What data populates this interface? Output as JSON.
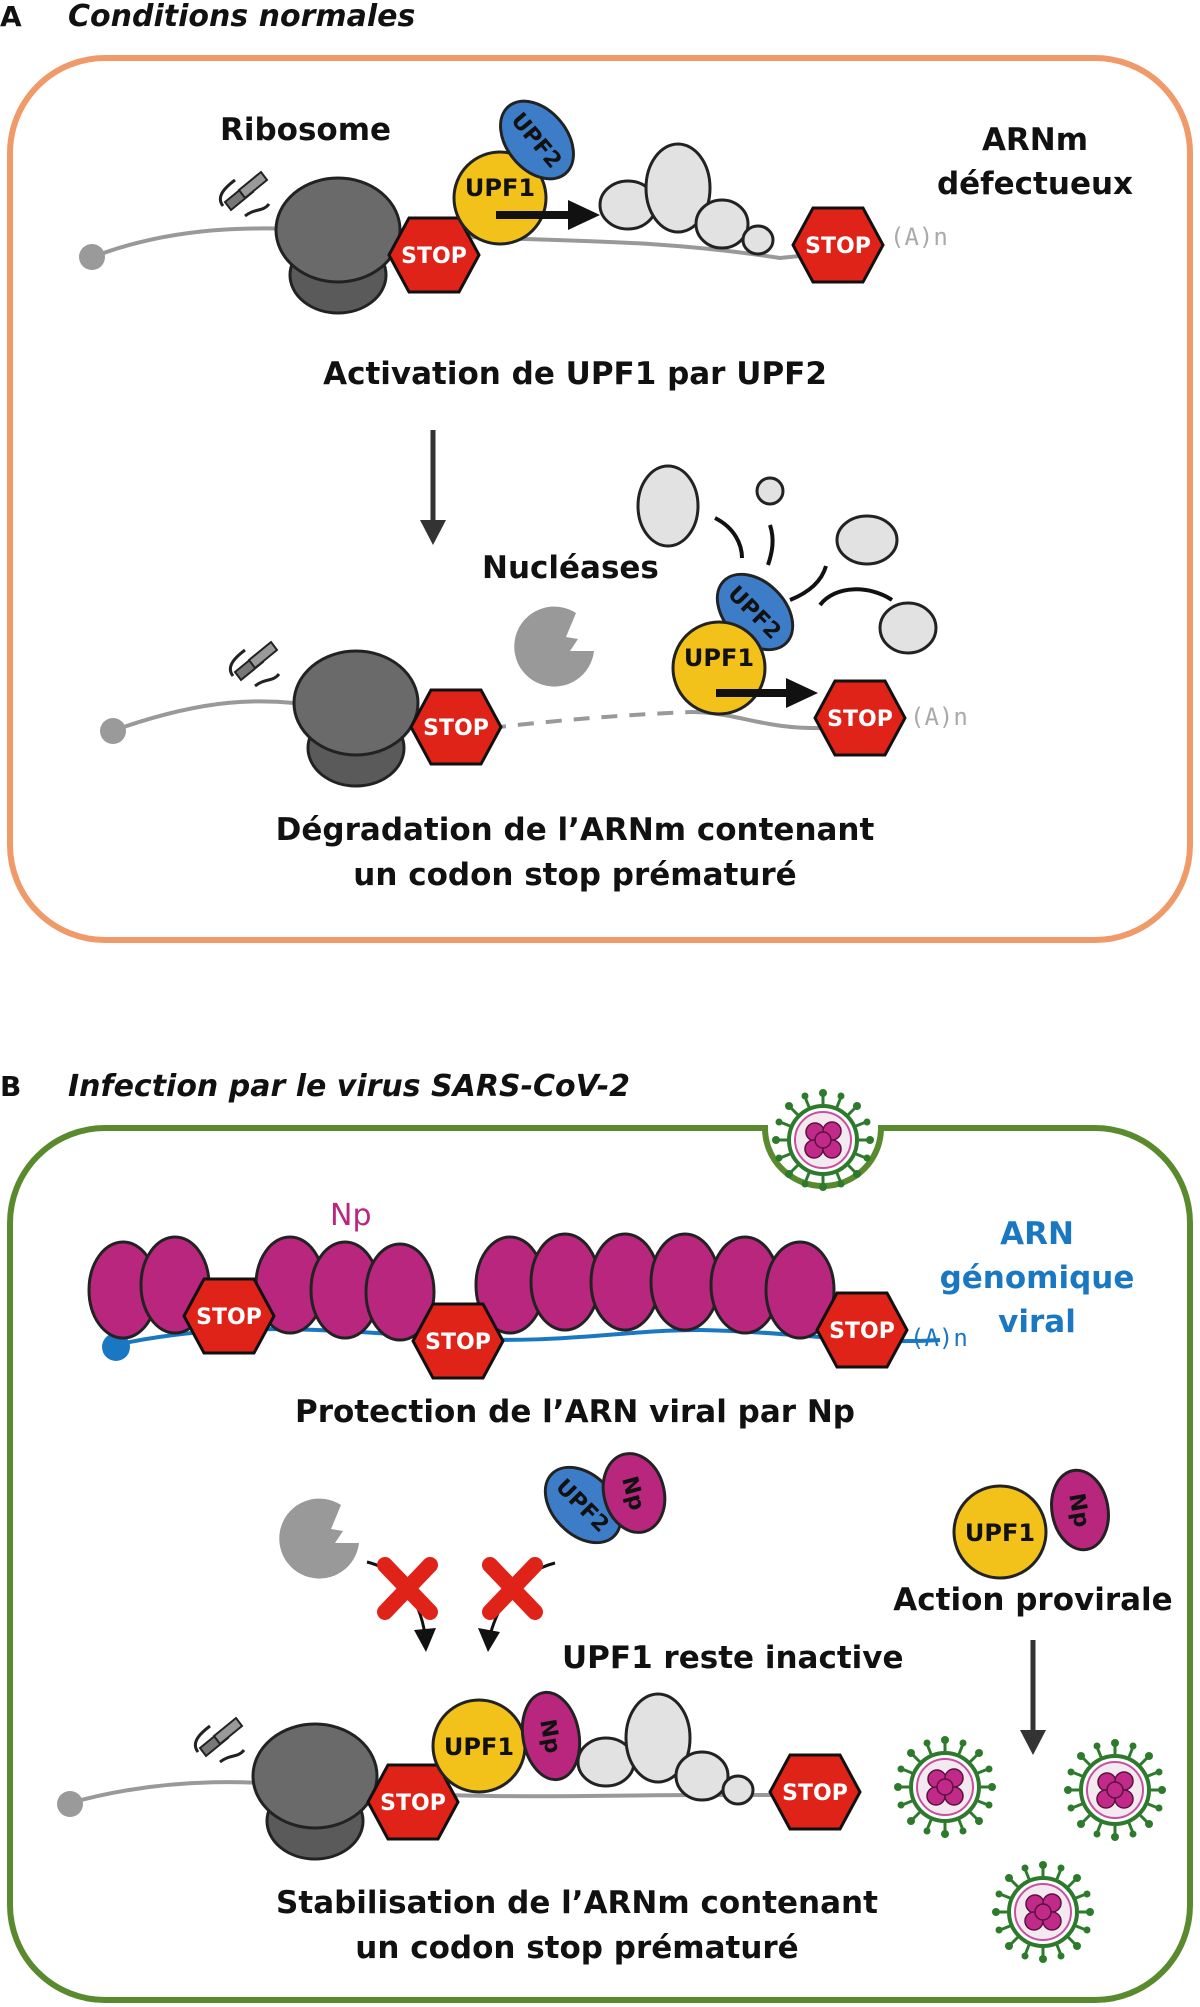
{
  "panel_a": {
    "letter": "A",
    "title": "Conditions normales",
    "ribosome_label": "Ribosome",
    "defective_mrna_line1": "ARNm",
    "defective_mrna_line2": "défectueux",
    "upf1": "UPF1",
    "upf2": "UPF2",
    "stop": "STOP",
    "polya": "(A)n",
    "caption_activation": "Activation de UPF1 par UPF2",
    "nucleases": "Nucléases",
    "caption_degradation_line1": "Dégradation de l’ARNm contenant",
    "caption_degradation_line2": "un codon stop prématuré",
    "border_color": "#f09a6a"
  },
  "panel_b": {
    "letter": "B",
    "title": "Infection par le virus SARS-CoV-2",
    "np_label": "Np",
    "viral_rna_line1": "ARN",
    "viral_rna_line2": "génomique",
    "viral_rna_line3": "viral",
    "caption_protection": "Protection de l’ARN viral par Np",
    "upf1": "UPF1",
    "upf2": "UPF2",
    "np": "Np",
    "stop": "STOP",
    "polya": "(A)n",
    "proviral_action": "Action provirale",
    "upf1_inactive": "UPF1 reste inactive",
    "caption_stabilisation_line1": "Stabilisation de l’ARNm contenant",
    "caption_stabilisation_line2": "un codon stop prématuré",
    "border_color": "#5a8a2e",
    "viral_rna_color": "#1a78c2",
    "np_color": "#b8267e"
  },
  "colors": {
    "upf1": "#f2c21a",
    "upf2": "#3d7dc8",
    "stop": "#e02318",
    "ribosome": "#5a5a5a",
    "proteins": "#e2e2e2"
  },
  "icons": [
    "ribosome-icon",
    "nuclease-icon",
    "virus-icon",
    "peptide-icon"
  ]
}
